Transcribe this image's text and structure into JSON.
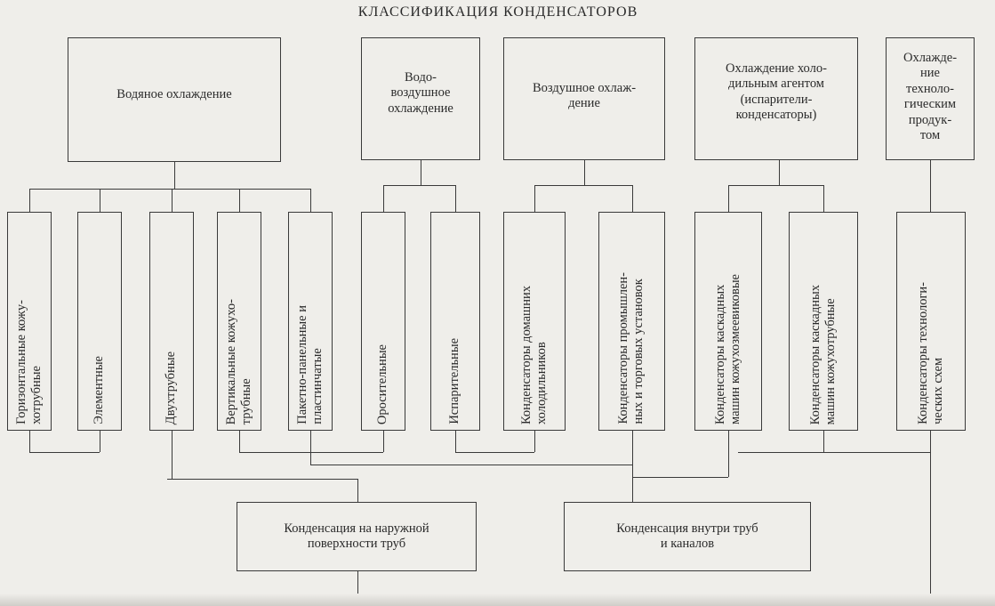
{
  "title": "КЛАССИФИКАЦИЯ КОНДЕНСАТОРОВ",
  "top_boxes": [
    {
      "label": "Водяное охлаждение"
    },
    {
      "label": "Водо-\nвоздушное\nохлаждение"
    },
    {
      "label": "Воздушное охлаж-\nдение"
    },
    {
      "label": "Охлаждение холо-\nдильным агентом\n(испарители-\nконденсаторы)"
    },
    {
      "label": "Охлажде-\nние\nтехноло-\nгическим\nпродук-\nтом"
    }
  ],
  "types": [
    {
      "label": "Горизонтальные кожу-\nхотрубные"
    },
    {
      "label": "Элементные"
    },
    {
      "label": "Двухтрубные"
    },
    {
      "label": "Вертикальные кожухо-\nтрубные"
    },
    {
      "label": "Пакетно-панельные и\nпластинчатые"
    },
    {
      "label": "Оросительные"
    },
    {
      "label": "Испарительные"
    },
    {
      "label": "Конденсаторы домашних\nхолодильников"
    },
    {
      "label": "Конденсаторы промышлен-\nных и торговых установок"
    },
    {
      "label": "Конденсаторы каскадных\nмашин кожухозмеевиковые"
    },
    {
      "label": "Конденсаторы каскадных\nмашин кожухотрубные"
    },
    {
      "label": "Конденсаторы технологи-\nческих схем"
    }
  ],
  "bottom_boxes": [
    {
      "label": "Конденсация на наружной\nповерхности труб"
    },
    {
      "label": "Конденсация внутри труб\nи каналов"
    }
  ]
}
